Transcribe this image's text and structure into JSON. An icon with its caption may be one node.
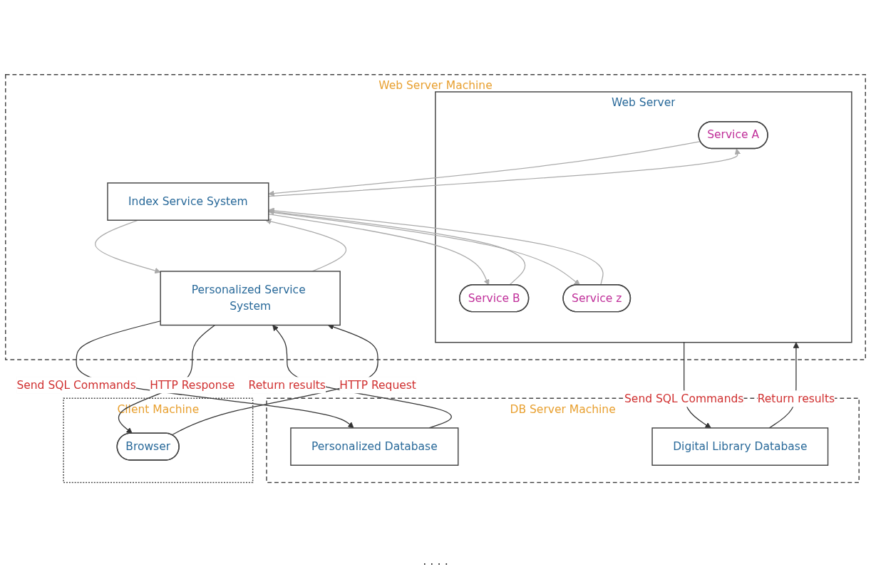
{
  "diagram": {
    "nodes": [
      {
        "text": [
          "Web Server Machine"
        ]
      },
      {
        "text": [
          "Web Server"
        ],
        "in": 0
      },
      {
        "text": [
          "Service A"
        ],
        "in": 1
      },
      {
        "text": [
          "Service B"
        ],
        "in": 1
      },
      {
        "text": [
          "Service z"
        ],
        "in": 1
      },
      {
        "text": [
          "Index Service System"
        ],
        "in": 0
      },
      {
        "text": [
          "Personalized Service System"
        ],
        "in": 0
      },
      {
        "text": [
          "DB Server Machine"
        ]
      },
      {
        "text": [
          "Digital Library Database"
        ],
        "in": 7
      },
      {
        "text": [
          "Personalized Database"
        ],
        "in": 7
      },
      {
        "text": [
          "Client Machine"
        ]
      },
      {
        "text": [
          "Browser"
        ],
        "in": 10
      }
    ],
    "edges": [
      {
        "from": 2,
        "to": 5,
        "arrow": "to"
      },
      {
        "from": 5,
        "to": 2,
        "arrow": "to"
      },
      {
        "from": 3,
        "to": 5,
        "arrow": "to"
      },
      {
        "from": 5,
        "to": 3,
        "arrow": "to"
      },
      {
        "from": 4,
        "to": 5,
        "arrow": "to"
      },
      {
        "from": 5,
        "to": 4,
        "arrow": "to"
      },
      {
        "from": 5,
        "to": 6,
        "arrow": "to"
      },
      {
        "from": 6,
        "to": 5,
        "arrow": "to"
      },
      {
        "from": 1,
        "to": 8,
        "arrow": "to",
        "label": "Send SQL Commands",
        "color": "#333333"
      },
      {
        "from": 8,
        "to": 1,
        "arrow": "to",
        "label": "Return results",
        "color": "#333333"
      },
      {
        "from": 6,
        "to": 9,
        "arrow": "to",
        "label": "Send SQL Commands",
        "color": "#333333"
      },
      {
        "from": 9,
        "to": 6,
        "arrow": "to",
        "label": "Return results",
        "color": "#333333"
      },
      {
        "from": 11,
        "to": 6,
        "arrow": "to",
        "label": "HTTP Request",
        "color": "#333333"
      },
      {
        "from": 6,
        "to": 11,
        "arrow": "to",
        "label": "HTTP Response",
        "color": "#333333"
      }
    ],
    "labels": [
      "· · · ·"
    ]
  }
}
